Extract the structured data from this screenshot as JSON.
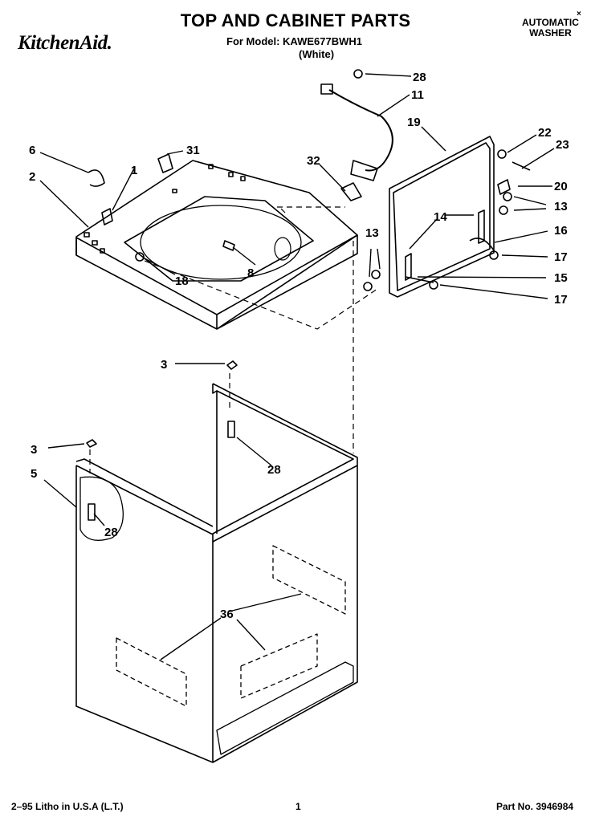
{
  "header": {
    "brand": "KitchenAid.",
    "title": "TOP AND CABINET PARTS",
    "model": "For Model: KAWE677BWH1",
    "color": "(White)",
    "product_line1": "AUTOMATIC",
    "product_line2": "WASHER"
  },
  "footer": {
    "print_note": "2–95 Litho in U.S.A (L.T.)",
    "page": "1",
    "part_no": "Part No. 3946984"
  },
  "callouts": [
    "28",
    "11",
    "19",
    "22",
    "23",
    "20",
    "13",
    "16",
    "17",
    "15",
    "14",
    "13",
    "17",
    "6",
    "31",
    "32",
    "2",
    "1",
    "8",
    "18",
    "3",
    "28",
    "3",
    "5",
    "28",
    "36"
  ]
}
